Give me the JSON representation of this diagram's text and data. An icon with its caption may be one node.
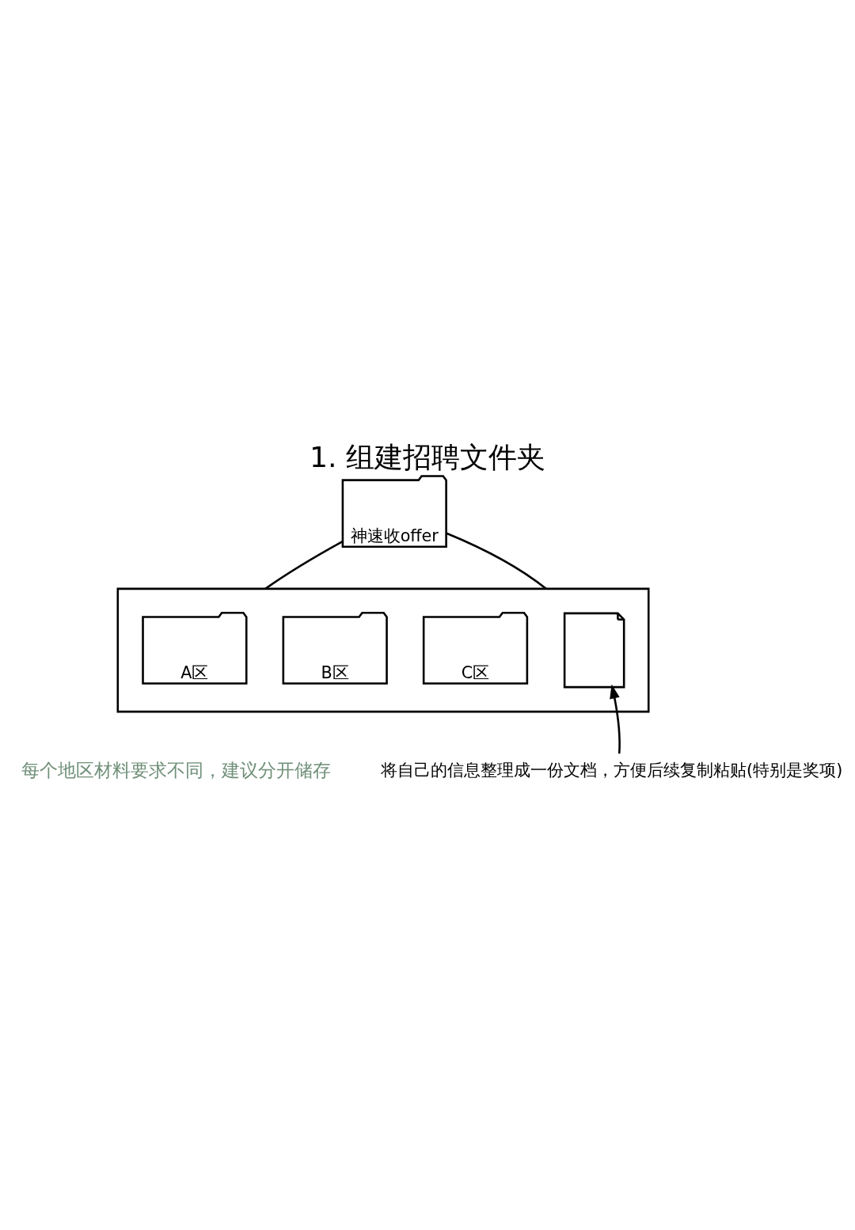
{
  "diagram": {
    "title": "1. 组建招聘文件夹",
    "nodes": [
      {
        "text": [
          "神速收offer"
        ]
      },
      {
        "text": [],
        "shape": "box"
      },
      {
        "text": [
          "A区"
        ],
        "in": 1
      },
      {
        "text": [
          "B区"
        ],
        "in": 1
      },
      {
        "text": [
          "C区"
        ],
        "in": 1
      },
      {
        "text": [],
        "shape": "box",
        "in": 1
      },
      {
        "text": [
          "将自己的信息整理成一份文档，方便后续复制粘贴(特别是奖项)"
        ]
      }
    ],
    "edges": [
      {
        "from": 0,
        "to": 1,
        "arrow": "none"
      },
      {
        "from": 0,
        "to": 1,
        "arrow": "none"
      },
      {
        "from": 6,
        "to": 5,
        "arrow": "to"
      }
    ],
    "labels": [
      "每个地区材料要求不同，建议分开储存"
    ]
  }
}
